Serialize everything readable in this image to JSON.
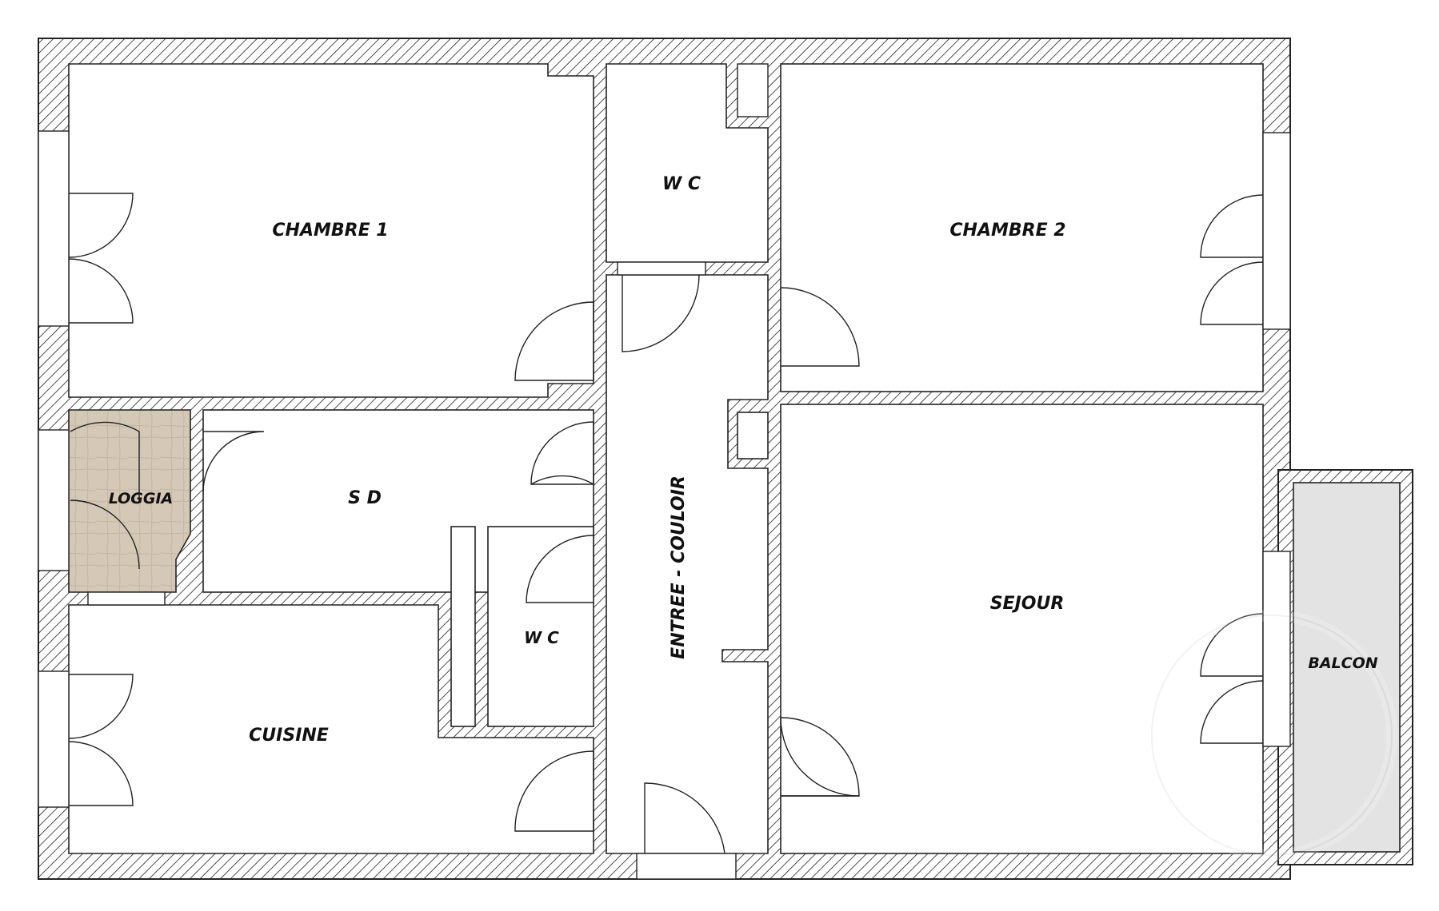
{
  "plan": {
    "rooms": {
      "chambre1": "CHAMBRE 1",
      "chambre2": "CHAMBRE 2",
      "wc_top": "W C",
      "wc_mid": "W C",
      "sd": "S D",
      "loggia": "LOGGIA",
      "cuisine": "CUISINE",
      "couloir": "ENTREE - COULOIR",
      "sejour": "SEJOUR",
      "balcon": "BALCON"
    },
    "colors": {
      "wall_hatch": "#222222",
      "loggia_fill": "#d4c8b6",
      "balcon_fill": "#e3e3e3",
      "room_fill": "#ffffff"
    }
  }
}
